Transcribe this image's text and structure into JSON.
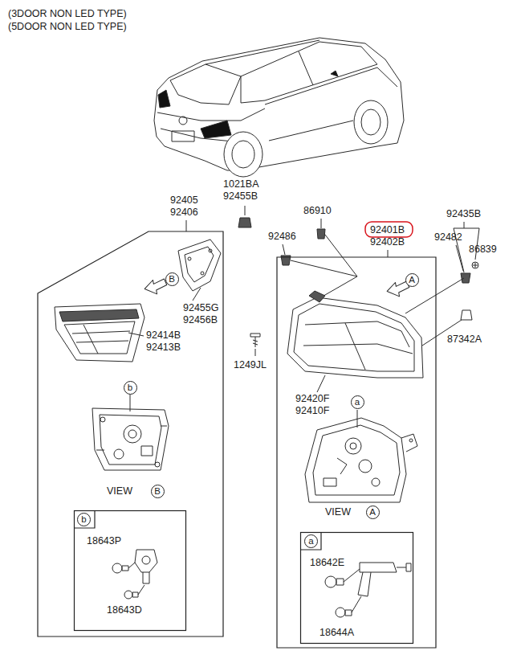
{
  "diagram": {
    "nodes": [
      {
        "text": [
          "92405",
          "92406"
        ]
      },
      {
        "text": [
          "B"
        ],
        "in": 0
      },
      {
        "text": [
          "b"
        ],
        "in": 0
      },
      {
        "text": [
          "B"
        ],
        "in": 0
      },
      {
        "text": [
          "18643P",
          "18643D"
        ],
        "in": 0
      },
      {
        "text": [
          "b"
        ],
        "in": 4
      },
      {
        "text": [
          "92401B",
          "92402B"
        ]
      },
      {
        "text": [
          "A"
        ],
        "in": 6
      },
      {
        "text": [
          "a"
        ],
        "in": 6
      },
      {
        "text": [
          "A"
        ],
        "in": 6
      },
      {
        "text": [
          "18642E",
          "18644A"
        ],
        "in": 6
      },
      {
        "text": [
          "a"
        ],
        "in": 10
      }
    ],
    "labels": [
      "(3DOOR NON LED TYPE)",
      "(5DOOR NON LED TYPE)",
      "1021BA",
      "92455B",
      "86910",
      "92435B",
      "92486",
      "92482",
      "86839",
      "92455G",
      "92456B",
      "92414B",
      "92413B",
      "87342A",
      "1249JL",
      "92420F",
      "92410F",
      "VIEW",
      "VIEW"
    ]
  }
}
